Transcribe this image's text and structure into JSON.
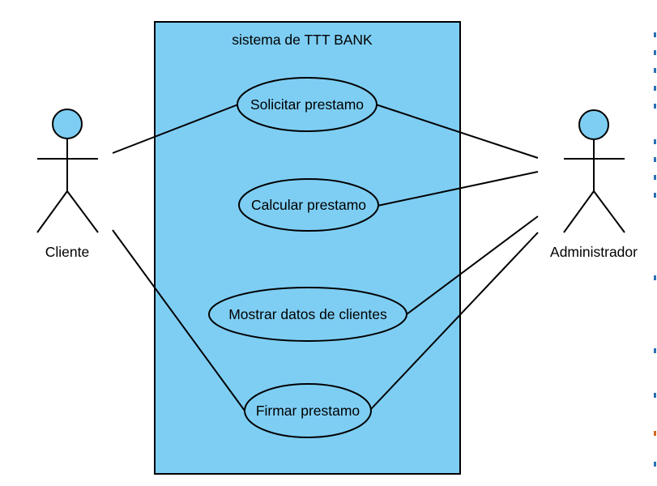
{
  "system": {
    "title": "sistema de TTT BANK",
    "fill": "#7ecef4"
  },
  "actors": {
    "cliente": {
      "name": "Cliente",
      "head_fill": "#7ecef4"
    },
    "administrador": {
      "name": "Administrador",
      "head_fill": "#7ecef4"
    }
  },
  "use_cases": {
    "solicitar": "Solicitar prestamo",
    "calcular": "Calcular prestamo",
    "mostrar": "Mostrar datos de clientes",
    "firmar": "Firmar prestamo"
  },
  "colors": {
    "line": "#000000",
    "usecase_fill": "#7ecef4",
    "edge_marks": [
      "#2a6fb5",
      "#d2691e"
    ]
  }
}
